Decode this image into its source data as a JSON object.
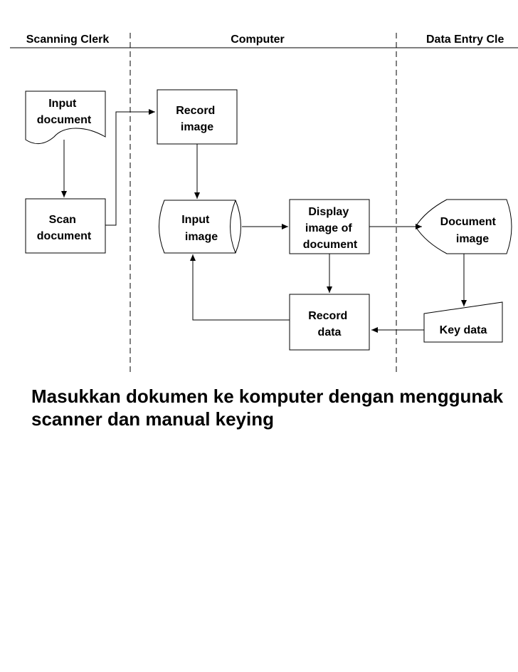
{
  "lanes": {
    "scanning_clerk": "Scanning Clerk",
    "computer": "Computer",
    "data_entry_clerk": "Data Entry Cle"
  },
  "nodes": {
    "input_document": [
      "Input",
      "document"
    ],
    "record_image": [
      "Record",
      "image"
    ],
    "scan_document": [
      "Scan",
      "document"
    ],
    "input_image": [
      "Input",
      "image"
    ],
    "display_image": [
      "Display",
      "image of",
      "document"
    ],
    "document_image": [
      "Document",
      "image"
    ],
    "record_data": [
      "Record",
      "data"
    ],
    "key_data": [
      "Key data"
    ]
  },
  "caption": {
    "line1": "Masukkan dokumen ke komputer dengan menggunak",
    "line2": "scanner dan manual keying"
  },
  "colors": {
    "line": "#000000",
    "accent_letter": "#1a1a8c"
  }
}
